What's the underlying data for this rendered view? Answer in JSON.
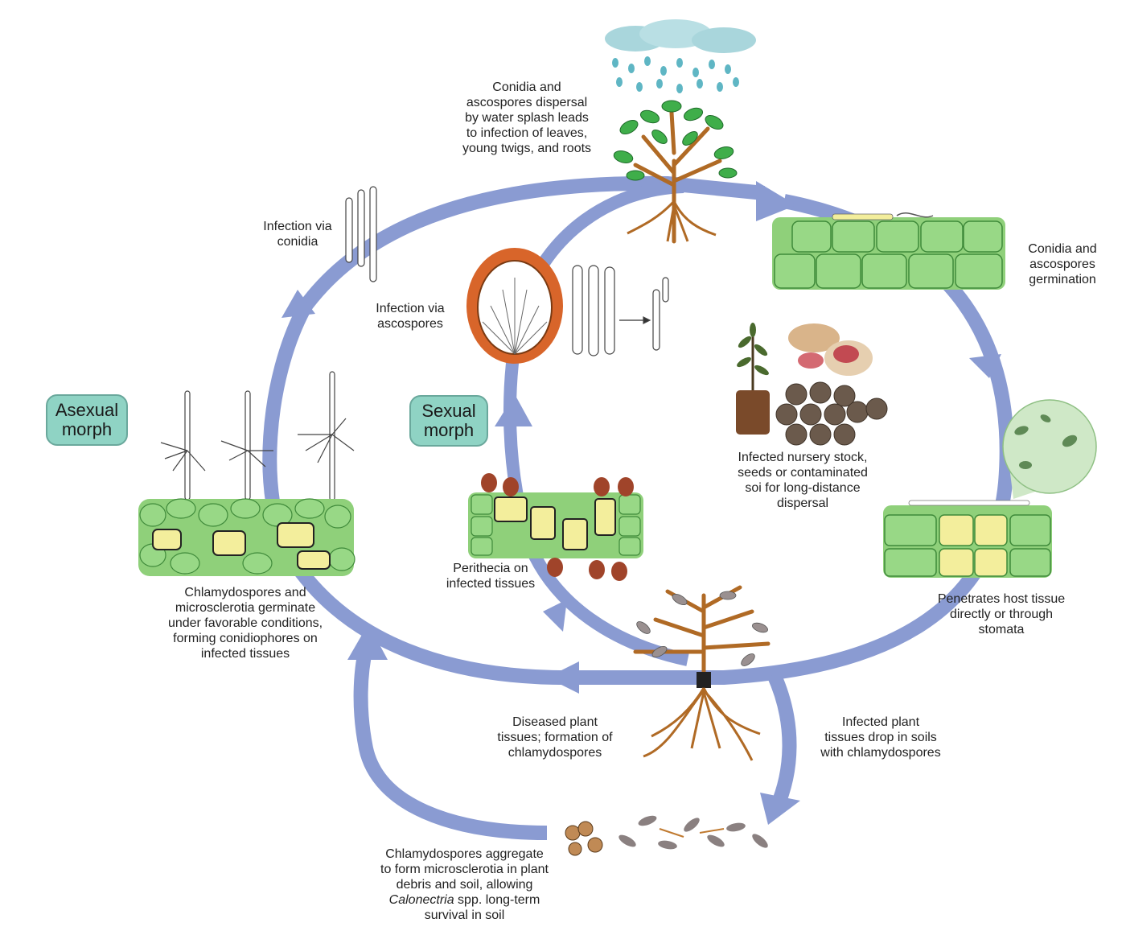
{
  "colors": {
    "cycle_arrow": "#8a9bd2",
    "leaf_cell": "#8fd07a",
    "leaf_cell_border": "#3f8a3a",
    "infected_cell": "#f3ee9c",
    "morph_box": "#8fd3c4",
    "root_brown": "#b06a25",
    "perithecia_orange": "#d8652a",
    "rain_drop": "#5fb6c4",
    "cloud": "#a9d6dc"
  },
  "labels": {
    "rain_dispersal": [
      "Conidia and",
      "ascospores dispersal",
      "by water splash leads",
      "to infection of leaves,",
      "young twigs, and roots"
    ],
    "conidia_infection": [
      "Infection via",
      "conidia"
    ],
    "ascospore_infection": [
      "Infection via",
      "ascospores"
    ],
    "germination": [
      "Conidia and",
      "ascospores",
      "germination"
    ],
    "nursery": [
      "Infected nursery stock,",
      "seeds or contaminated",
      "soi for long-distance",
      "dispersal"
    ],
    "penetration": [
      "Penetrates host tissue",
      "directly or through",
      "stomata"
    ],
    "perithecia": [
      "Perithecia on",
      "infected tissues"
    ],
    "chlamydospore_germination": [
      "Chlamydospores and",
      "microsclerotia germinate",
      "under favorable conditions,",
      "forming conidiophores on",
      "infected tissues"
    ],
    "diseased": [
      "Diseased plant",
      "tissues; formation of",
      "chlamydospores"
    ],
    "soil_drop": [
      "Infected plant",
      "tissues drop in soils",
      "with chlamydospores"
    ],
    "microsclerotia": {
      "lines_before": [
        "Chlamydospores aggregate",
        "to form microsclerotia in plant",
        "debris and soil, allowing"
      ],
      "italic": "Calonectria",
      "after_italic": " spp. long-term",
      "last_line": "survival in soil"
    }
  },
  "morphs": {
    "asexual": [
      "Asexual",
      "morph"
    ],
    "sexual": [
      "Sexual",
      "morph"
    ]
  }
}
